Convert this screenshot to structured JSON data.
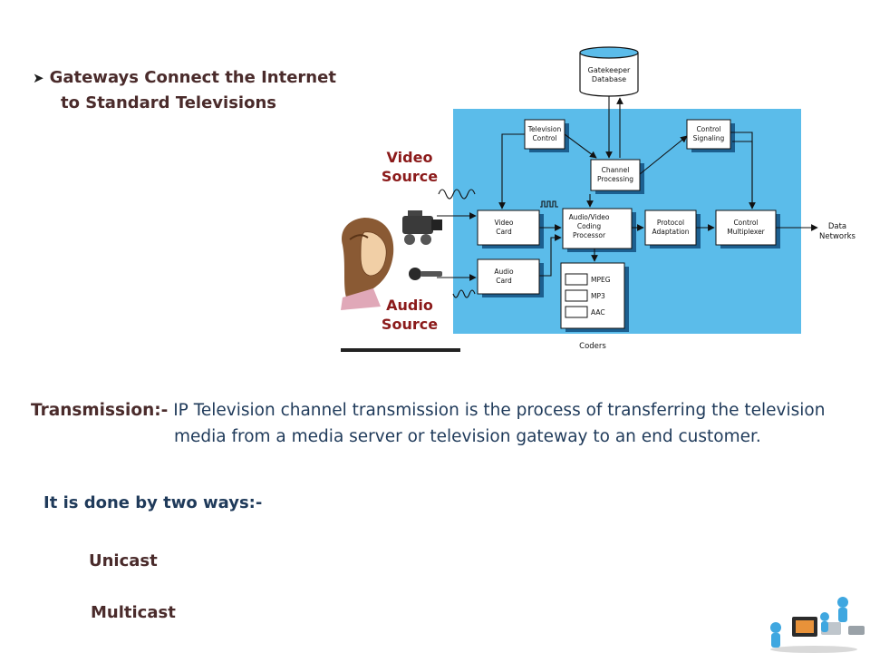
{
  "heading": {
    "line1": "Gateways Connect the Internet",
    "line2": "to Standard Televisions"
  },
  "diagram": {
    "database": [
      "Gatekeeper",
      "Database"
    ],
    "tv_control": [
      "Television",
      "Control"
    ],
    "control_signaling": [
      "Control",
      "Signaling"
    ],
    "channel_processing": [
      "Channel",
      "Processing"
    ],
    "video_card": [
      "Video",
      "Card"
    ],
    "audio_card": [
      "Audio",
      "Card"
    ],
    "av_processor": [
      "Audio/Video",
      "Coding",
      "Processor"
    ],
    "protocol_adaptation": [
      "Protocol",
      "Adaptation"
    ],
    "control_multiplexer": [
      "Control",
      "Multiplexer"
    ],
    "data_networks": [
      "Data",
      "Networks"
    ],
    "coders": {
      "items": [
        "MPEG",
        "MP3",
        "AAC"
      ],
      "label": "Coders"
    },
    "video_source": [
      "Video",
      "Source"
    ],
    "audio_source": [
      "Audio",
      "Source"
    ],
    "colors": {
      "panel": "#5bbcea",
      "box": "#ffffff",
      "shadow": "#1c5f8f",
      "source_label": "#8b1a1a"
    }
  },
  "transmission": {
    "label": "Transmission:-",
    "line1": "IP Television channel transmission is the process of transferring the television",
    "line2": "media from a media server or television gateway to an end customer."
  },
  "ways_title": "It is done by two ways:-",
  "ways": [
    "Unicast",
    "Multicast"
  ]
}
